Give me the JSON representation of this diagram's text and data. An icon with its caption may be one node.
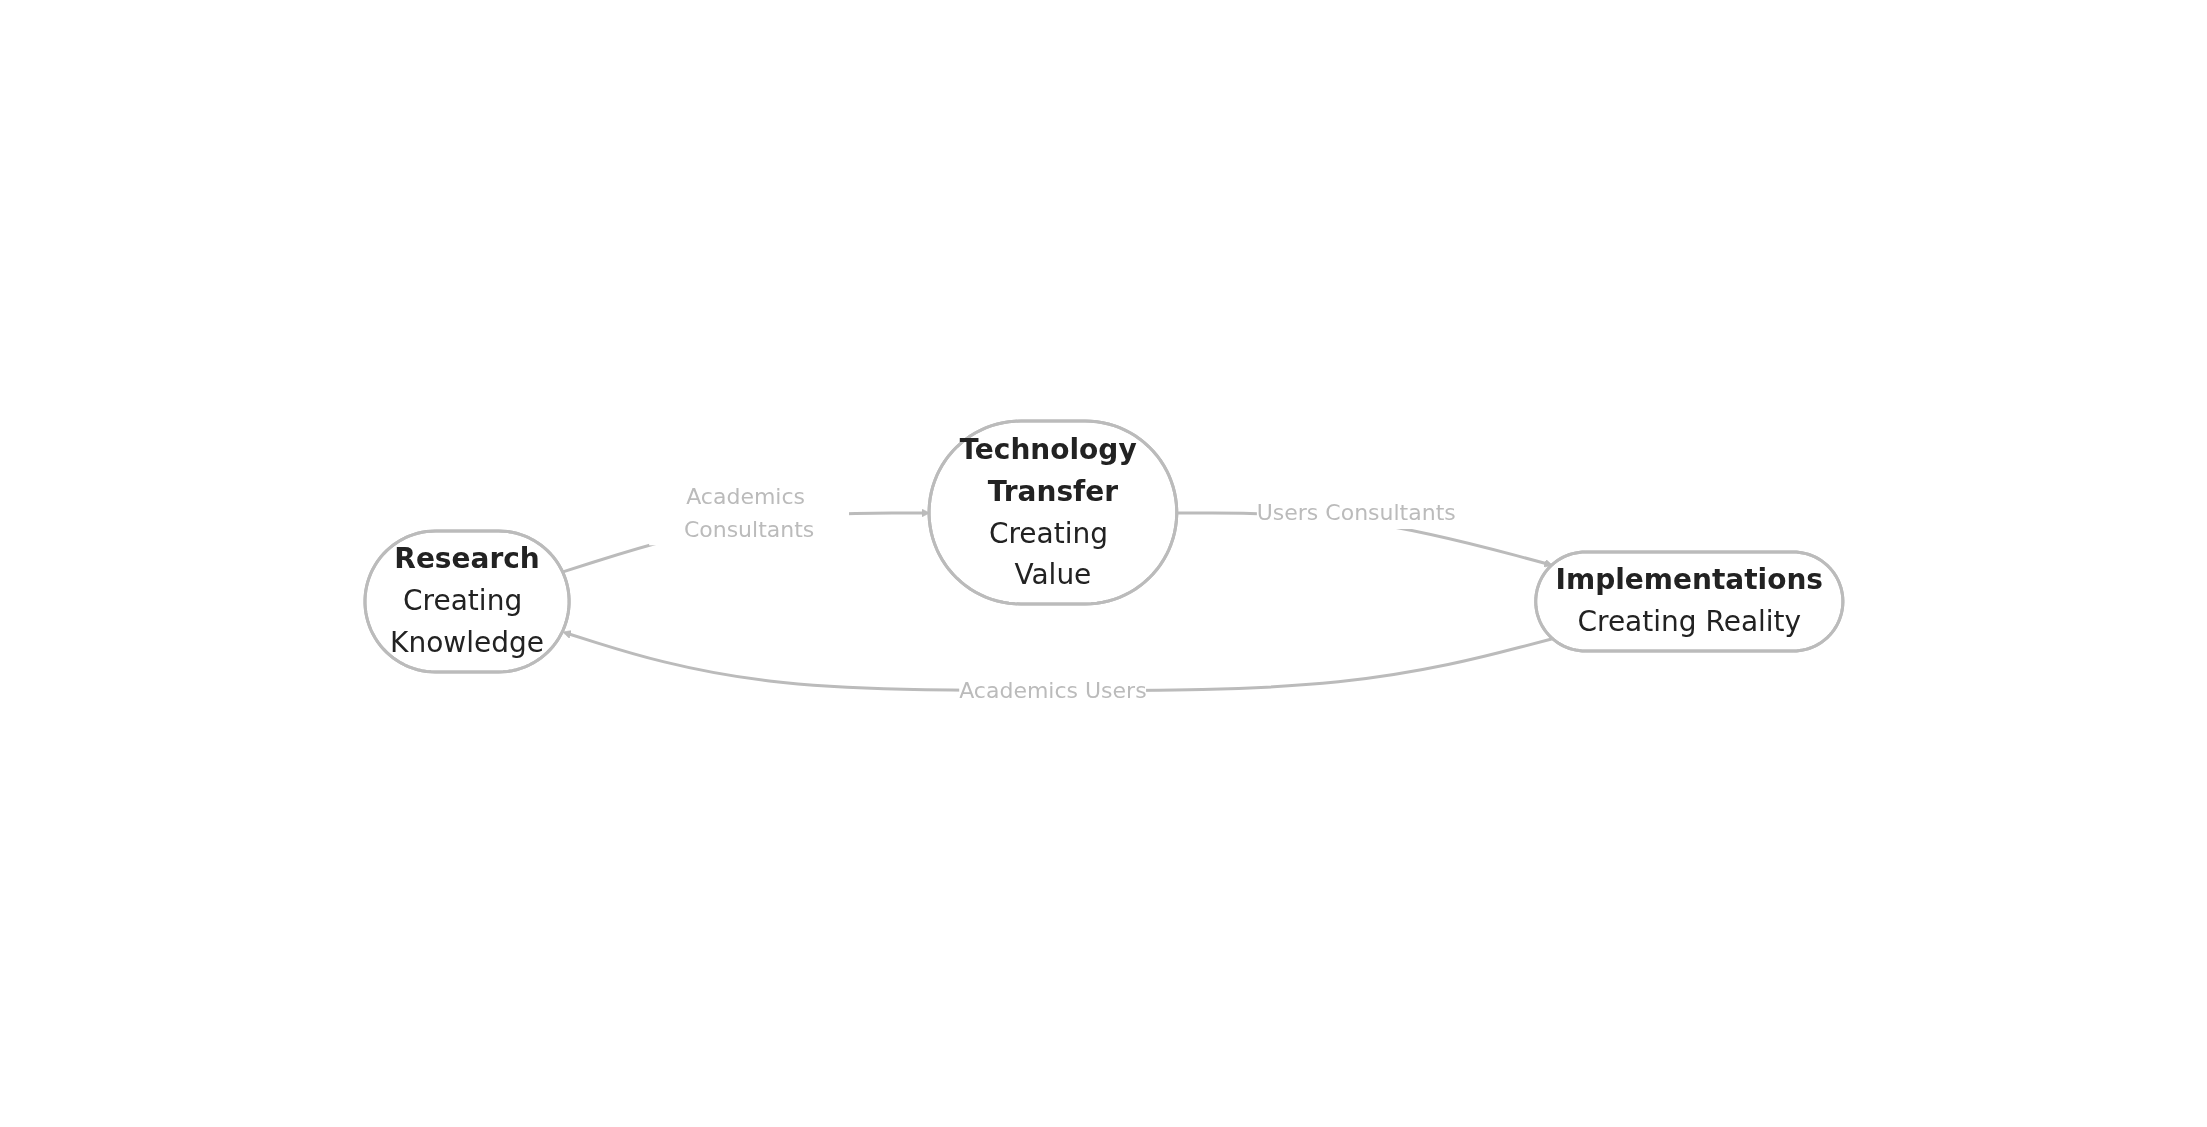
{
  "diagram": {
    "nodes": [
      {
        "text": [
          "Research",
          "Creating Knowledge"
        ]
      },
      {
        "text": [
          "Technology Transfer",
          "Creating Value"
        ]
      },
      {
        "text": [
          "Implementations",
          "Creating Reality"
        ]
      }
    ],
    "edges": [
      {
        "from": 0,
        "to": 1,
        "arrow": "to",
        "label": "Academics Consultants"
      },
      {
        "from": 1,
        "to": 2,
        "arrow": "to",
        "label": "Users Consultants"
      },
      {
        "from": 2,
        "to": 0,
        "arrow": "to",
        "label": "Academics Users"
      }
    ]
  }
}
